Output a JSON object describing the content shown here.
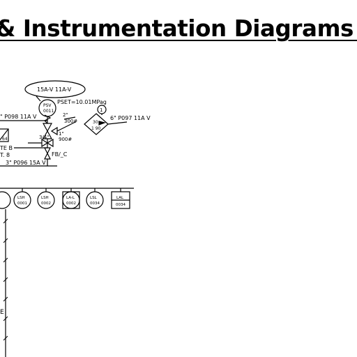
{
  "slide": {
    "title": "& Instrumentation Diagrams ("
  },
  "diagram": {
    "cloud_label": "15A-V  11A-V",
    "psv": {
      "line1": "PSV",
      "line2": "0011",
      "setpoint": "PSET=10.01MPag"
    },
    "relief_size": "2\"",
    "rating_300": "300#",
    "rating_900": "900#",
    "size_1": "1\"",
    "size_3_4": "3/4\"",
    "fb_lc": "FB/_C",
    "spec_box": {
      "line1": "30",
      "line2": "1 90"
    },
    "note_number": "1",
    "line_left": "\" P098  11A  V",
    "line_right": "6\"  P097  11A  V",
    "line_bottom": "3\"  P096  15A  V",
    "tag_64": "64",
    "note_te": "TE B",
    "note_t": "T. 8",
    "instruments": [
      {
        "line1": "LSH",
        "line2": "0001"
      },
      {
        "line1": "LSH",
        "line2": "0002"
      },
      {
        "line1": "LA-L",
        "line2": "0002"
      },
      {
        "line1": "LSL",
        "line2": "0034"
      },
      {
        "line1": "LAL",
        "line2": "0034"
      }
    ],
    "edge_letter": "E"
  }
}
